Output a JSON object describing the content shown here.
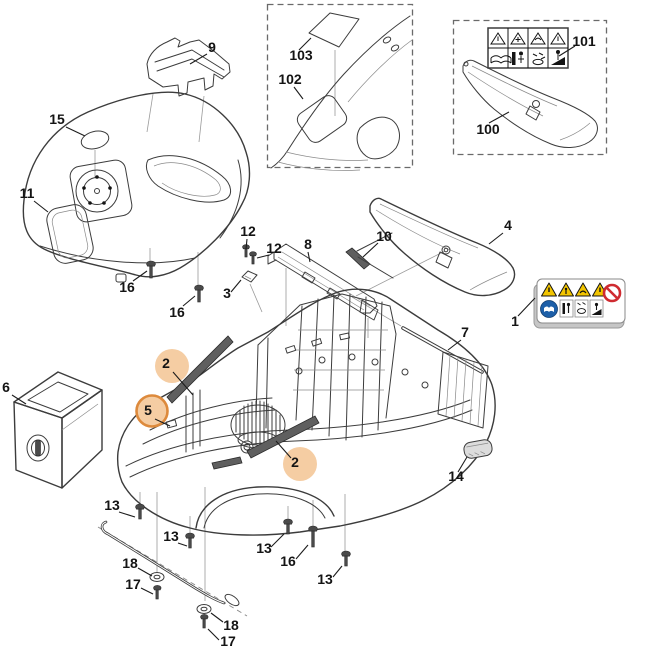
{
  "page": {
    "background": "#ffffff",
    "type": "exploded-parts-diagram"
  },
  "colors": {
    "line_art": "#3c3c3c",
    "highlight_fill": "#f5cda3",
    "highlight_ring": "#dd8a3c",
    "warning_yellow": "#f2c500",
    "prohibition_red": "#cf2b31",
    "mandatory_blue": "#1d5fa8",
    "label_base_gray": "#c6c6c6"
  },
  "callouts": [
    {
      "label": "9",
      "highlighted": false
    },
    {
      "label": "15",
      "highlighted": false
    },
    {
      "label": "11",
      "highlighted": false
    },
    {
      "label": "103",
      "highlighted": false
    },
    {
      "label": "102",
      "highlighted": false
    },
    {
      "label": "101",
      "highlighted": false
    },
    {
      "label": "100",
      "highlighted": false
    },
    {
      "label": "12",
      "highlighted": false
    },
    {
      "label": "12",
      "highlighted": false
    },
    {
      "label": "3",
      "highlighted": false
    },
    {
      "label": "8",
      "highlighted": false
    },
    {
      "label": "10",
      "highlighted": false
    },
    {
      "label": "4",
      "highlighted": false
    },
    {
      "label": "1",
      "highlighted": false
    },
    {
      "label": "7",
      "highlighted": false
    },
    {
      "label": "6",
      "highlighted": false
    },
    {
      "label": "2",
      "highlighted": true,
      "marker": "circle-fill"
    },
    {
      "label": "5",
      "highlighted": true,
      "marker": "circle-ring"
    },
    {
      "label": "2",
      "highlighted": true,
      "marker": "circle-fill"
    },
    {
      "label": "16",
      "highlighted": false
    },
    {
      "label": "16",
      "highlighted": false
    },
    {
      "label": "13",
      "highlighted": false
    },
    {
      "label": "13",
      "highlighted": false
    },
    {
      "label": "18",
      "highlighted": false
    },
    {
      "label": "17",
      "highlighted": false
    },
    {
      "label": "13",
      "highlighted": false
    },
    {
      "label": "16",
      "highlighted": false
    },
    {
      "label": "13",
      "highlighted": false
    },
    {
      "label": "18",
      "highlighted": false
    },
    {
      "label": "17",
      "highlighted": false
    },
    {
      "label": "14",
      "highlighted": false
    }
  ],
  "safety_labels": {
    "label_1": {
      "icons": [
        "warning-triangle-exclamation-icon",
        "warning-triangle-bystanders-icon",
        "warning-triangle-blade-icon",
        "warning-triangle-projectiles-icon",
        "prohibition-circle-icon",
        "mandatory-read-manual-icon",
        "pictogram-remove-plug-icon",
        "pictogram-blade-stop-icon",
        "pictogram-slope-icon"
      ]
    },
    "label_101": {
      "icons": [
        "warning-triangle-exclamation-icon",
        "warning-triangle-bystanders-icon",
        "warning-triangle-blade-icon",
        "warning-triangle-projectiles-icon",
        "pictogram-read-manual-icon",
        "pictogram-remove-plug-icon",
        "pictogram-blade-stop-icon",
        "pictogram-slope-icon"
      ]
    }
  }
}
